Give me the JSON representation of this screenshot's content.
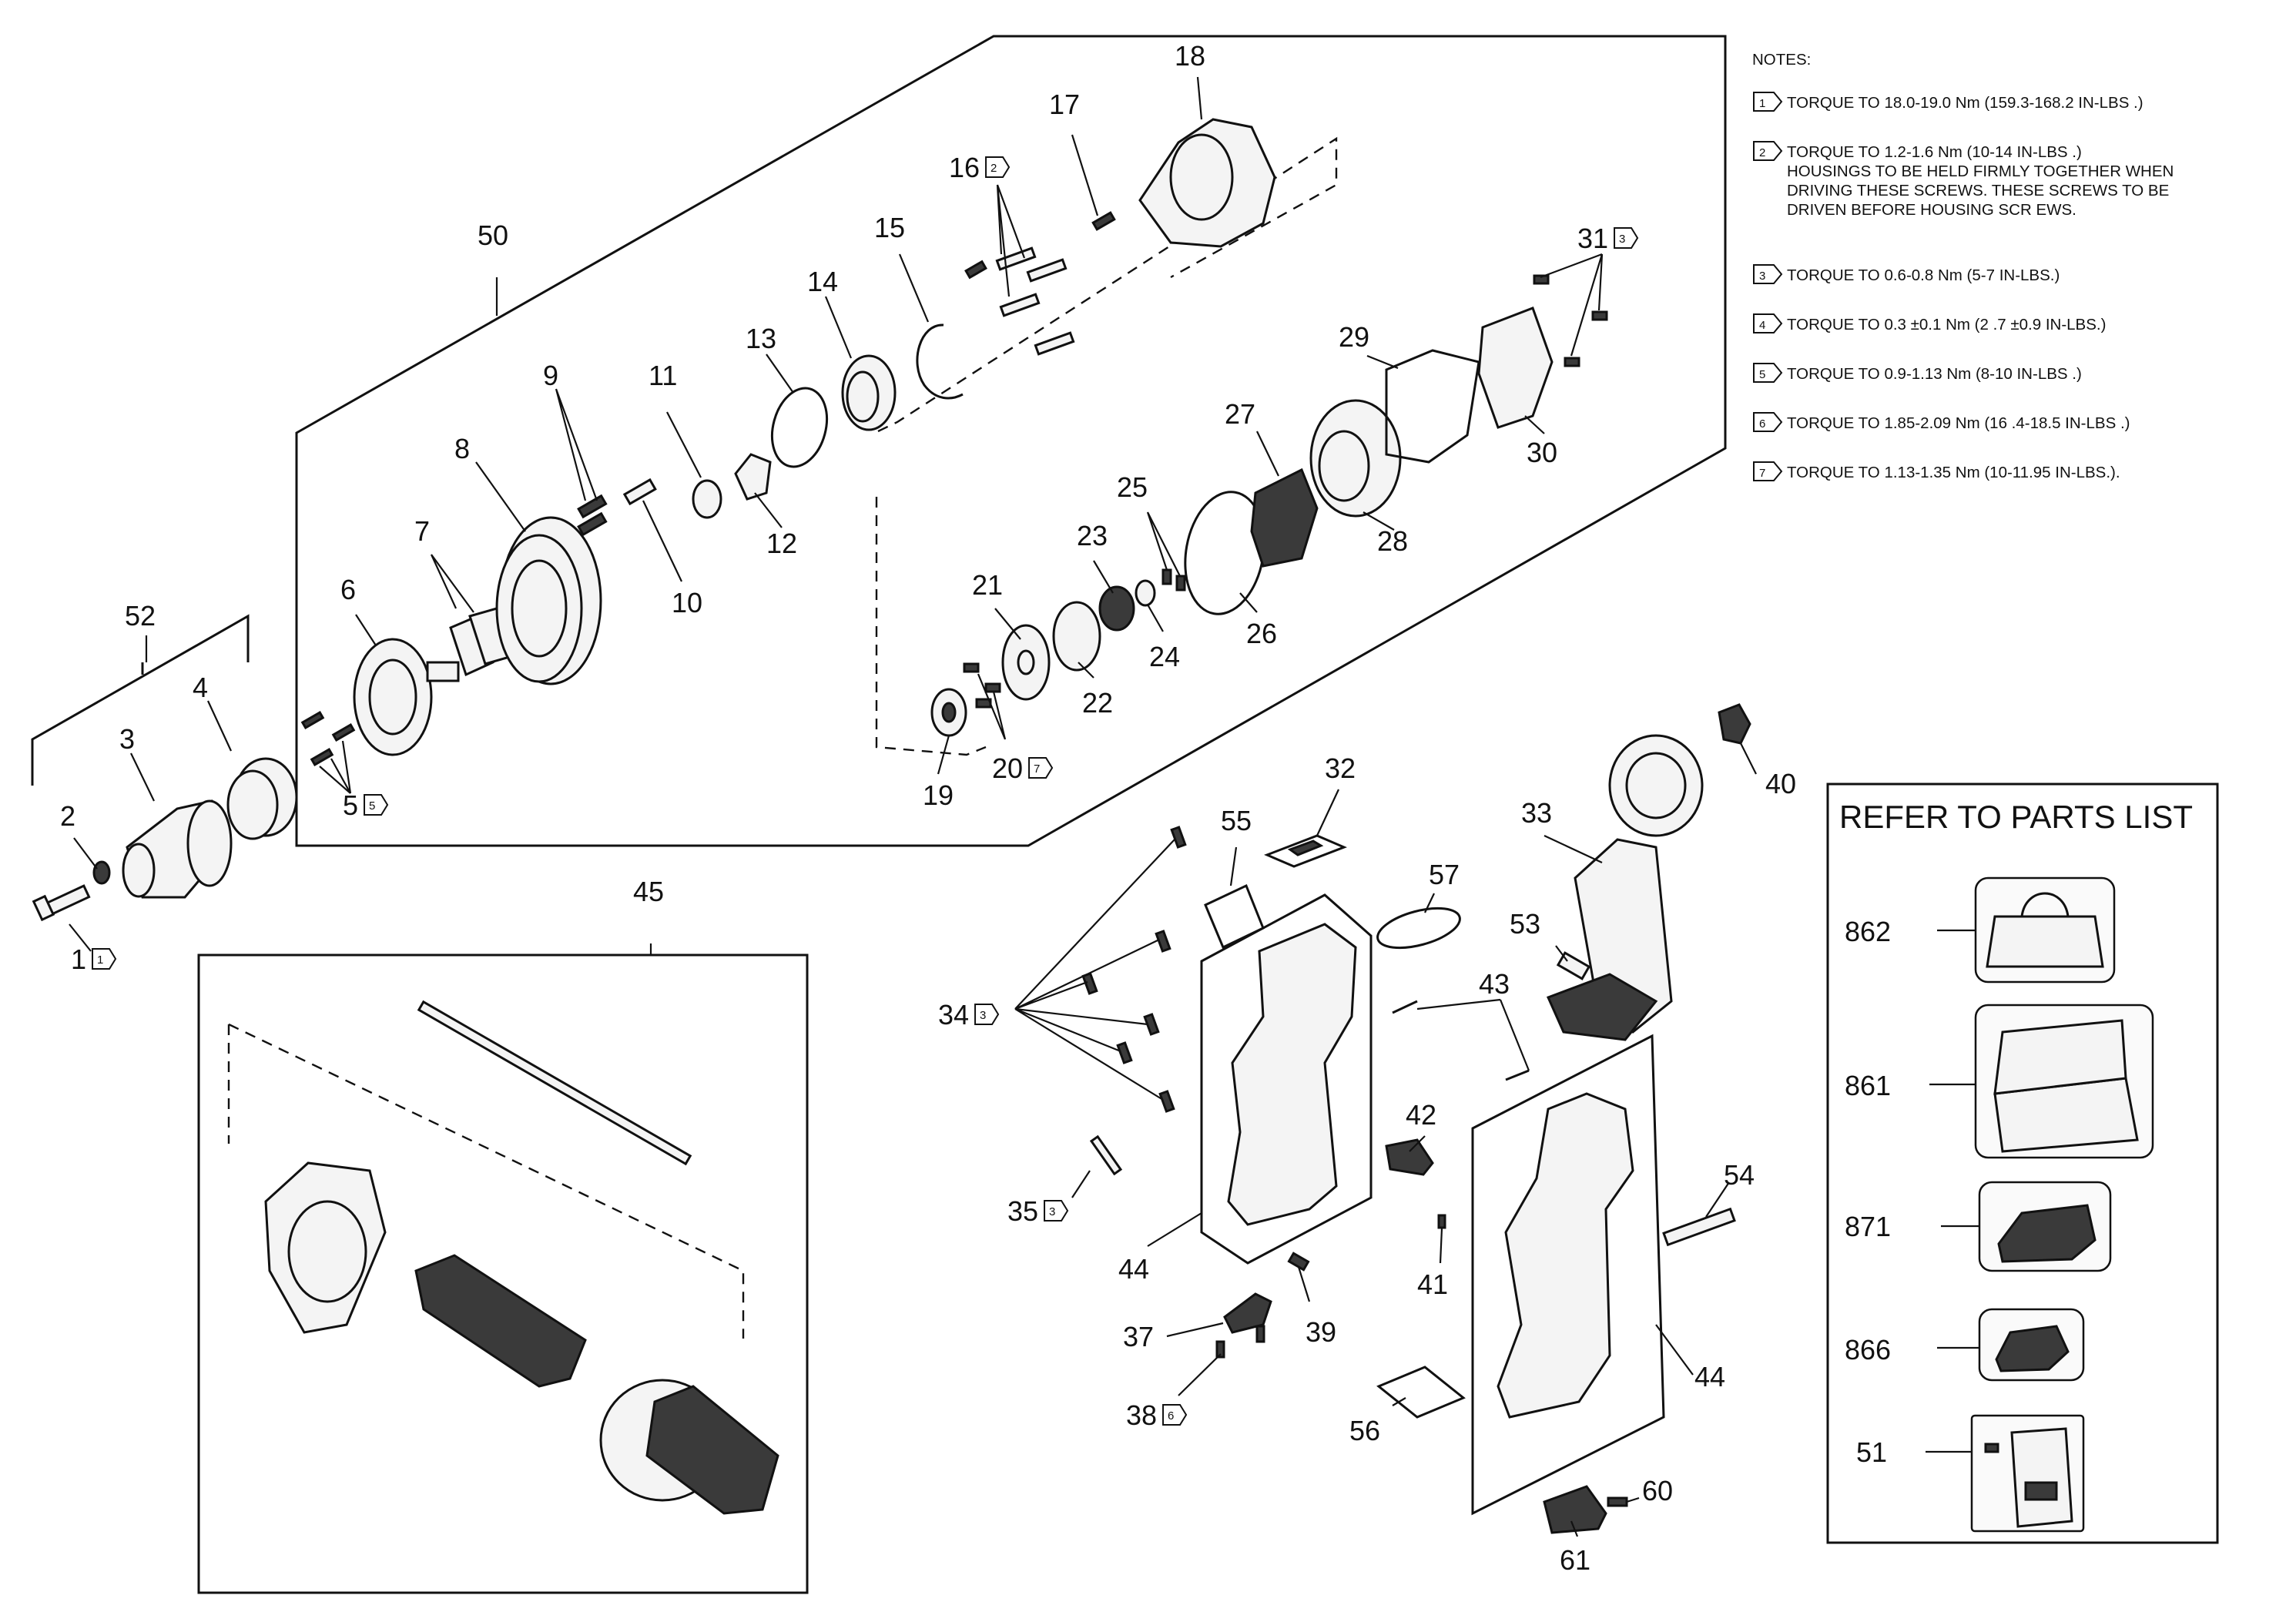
{
  "diagram": {
    "notes_heading": "NOTES:",
    "notes": [
      {
        "tag": "1",
        "lines": [
          "TORQUE TO 18.0-19.0 Nm (159.3-168.2 IN-LBS .)"
        ]
      },
      {
        "tag": "2",
        "lines": [
          "TORQUE TO 1.2-1.6 Nm (10-14 IN-LBS .)",
          "HOUSINGS TO BE HELD FIRMLY TOGETHER WHEN",
          "DRIVING THESE SCREWS. THESE SCREWS TO BE",
          "DRIVEN BEFORE HOUSING SCR EWS."
        ]
      },
      {
        "tag": "3",
        "lines": [
          "TORQUE TO 0.6-0.8 Nm (5-7 IN-LBS.)"
        ]
      },
      {
        "tag": "4",
        "lines": [
          "TORQUE TO 0.3 ±0.1 Nm (2 .7 ±0.9 IN-LBS.)"
        ]
      },
      {
        "tag": "5",
        "lines": [
          "TORQUE TO 0.9-1.13 Nm (8-10 IN-LBS .)"
        ]
      },
      {
        "tag": "6",
        "lines": [
          "TORQUE TO 1.85-2.09 Nm (16 .4-18.5 IN-LBS .)"
        ]
      },
      {
        "tag": "7",
        "lines": [
          "TORQUE TO 1.13-1.35 Nm (10-11.95 IN-LBS.)."
        ]
      }
    ],
    "refer_box": {
      "title": "REFER TO PARTS LIST",
      "items": [
        "862",
        "861",
        "871",
        "866",
        "51"
      ]
    },
    "callouts": [
      {
        "id": "p1",
        "label": "1",
        "tag": "1"
      },
      {
        "id": "p2",
        "label": "2"
      },
      {
        "id": "p3",
        "label": "3"
      },
      {
        "id": "p4",
        "label": "4"
      },
      {
        "id": "p5",
        "label": "5",
        "tag": "5"
      },
      {
        "id": "p6",
        "label": "6"
      },
      {
        "id": "p7",
        "label": "7"
      },
      {
        "id": "p8",
        "label": "8"
      },
      {
        "id": "p9",
        "label": "9"
      },
      {
        "id": "p10",
        "label": "10"
      },
      {
        "id": "p11",
        "label": "11"
      },
      {
        "id": "p12",
        "label": "12"
      },
      {
        "id": "p13",
        "label": "13"
      },
      {
        "id": "p14",
        "label": "14"
      },
      {
        "id": "p15",
        "label": "15"
      },
      {
        "id": "p16",
        "label": "16",
        "tag": "2"
      },
      {
        "id": "p17",
        "label": "17"
      },
      {
        "id": "p18",
        "label": "18"
      },
      {
        "id": "p19",
        "label": "19"
      },
      {
        "id": "p20",
        "label": "20",
        "tag": "7"
      },
      {
        "id": "p21",
        "label": "21"
      },
      {
        "id": "p22",
        "label": "22"
      },
      {
        "id": "p23",
        "label": "23"
      },
      {
        "id": "p24",
        "label": "24"
      },
      {
        "id": "p25",
        "label": "25"
      },
      {
        "id": "p26",
        "label": "26"
      },
      {
        "id": "p27",
        "label": "27"
      },
      {
        "id": "p28",
        "label": "28"
      },
      {
        "id": "p29",
        "label": "29"
      },
      {
        "id": "p30",
        "label": "30"
      },
      {
        "id": "p31",
        "label": "31",
        "tag": "3"
      },
      {
        "id": "p32",
        "label": "32"
      },
      {
        "id": "p33",
        "label": "33"
      },
      {
        "id": "p34",
        "label": "34",
        "tag": "3"
      },
      {
        "id": "p35",
        "label": "35",
        "tag": "3"
      },
      {
        "id": "p37",
        "label": "37"
      },
      {
        "id": "p38",
        "label": "38",
        "tag": "6"
      },
      {
        "id": "p39",
        "label": "39"
      },
      {
        "id": "p40",
        "label": "40"
      },
      {
        "id": "p41",
        "label": "41"
      },
      {
        "id": "p42",
        "label": "42"
      },
      {
        "id": "p43",
        "label": "43"
      },
      {
        "id": "p44a",
        "label": "44"
      },
      {
        "id": "p44b",
        "label": "44"
      },
      {
        "id": "p45",
        "label": "45"
      },
      {
        "id": "p50",
        "label": "50"
      },
      {
        "id": "p52",
        "label": "52"
      },
      {
        "id": "p53",
        "label": "53"
      },
      {
        "id": "p54",
        "label": "54"
      },
      {
        "id": "p55",
        "label": "55"
      },
      {
        "id": "p56",
        "label": "56"
      },
      {
        "id": "p57",
        "label": "57"
      },
      {
        "id": "p60",
        "label": "60"
      },
      {
        "id": "p61",
        "label": "61"
      }
    ]
  }
}
